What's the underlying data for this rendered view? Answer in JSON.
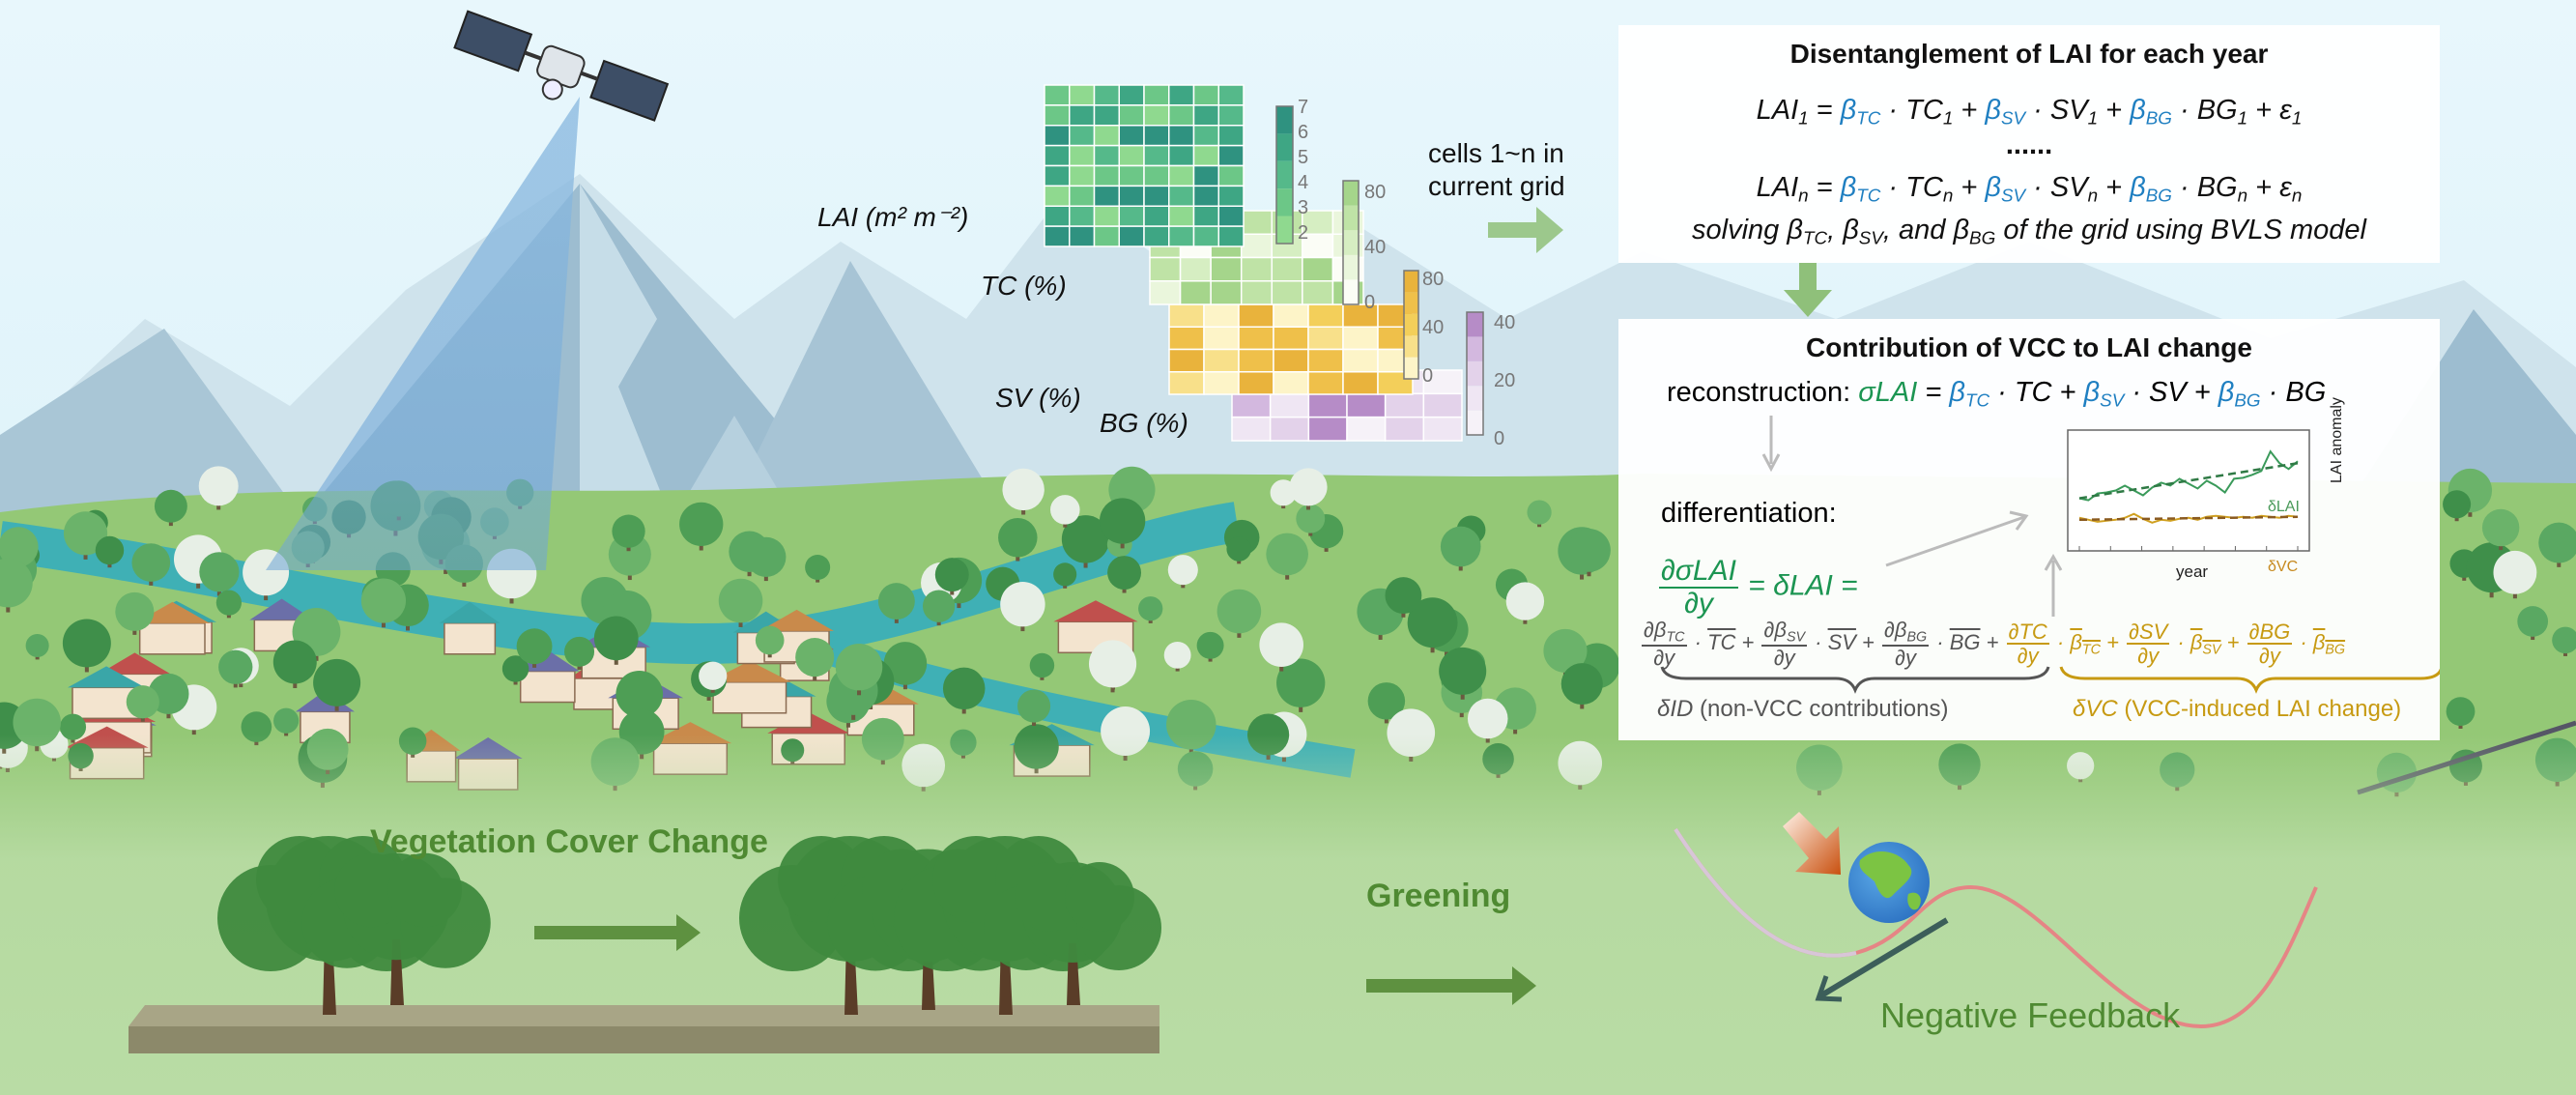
{
  "colors": {
    "blue": "#1f7fc1",
    "green": "#1c9552",
    "gold": "#c79a12",
    "grey": "#555555",
    "dark_green_label": "#4f8a32",
    "curve": "#e27a7a"
  },
  "grid_labels": {
    "lai": "LAI (m² m⁻²)",
    "tc": "TC (%)",
    "sv": "SV (%)",
    "bg": "BG (%)",
    "lai_ticks": [
      "7",
      "6",
      "5",
      "4",
      "3",
      "2"
    ],
    "tc_ticks": [
      "80",
      "40",
      "0"
    ],
    "sv_ticks": [
      "80",
      "40",
      "0"
    ],
    "bg_ticks": [
      "40",
      "20",
      "0"
    ]
  },
  "cells_label": [
    "cells 1~n in",
    "current grid"
  ],
  "box1": {
    "title": "Disentanglement of LAI for each year",
    "eq1": [
      {
        "t": "LAI",
        "sub": "1"
      },
      " = ",
      {
        "t": "β",
        "sub": "TC",
        "c": "b"
      },
      " · ",
      {
        "t": "TC",
        "sub": "1"
      },
      " + ",
      {
        "t": "β",
        "sub": "SV",
        "c": "b"
      },
      " · ",
      {
        "t": "SV",
        "sub": "1"
      },
      " + ",
      {
        "t": "β",
        "sub": "BG",
        "c": "b"
      },
      " · ",
      {
        "t": "BG",
        "sub": "1"
      },
      " + ",
      {
        "t": "ε",
        "sub": "1"
      }
    ],
    "dots": "......",
    "eqn": [
      {
        "t": "LAI",
        "sub": "n"
      },
      " = ",
      {
        "t": "β",
        "sub": "TC",
        "c": "b"
      },
      " · ",
      {
        "t": "TC",
        "sub": "n"
      },
      " + ",
      {
        "t": "β",
        "sub": "SV",
        "c": "b"
      },
      " · ",
      {
        "t": "SV",
        "sub": "n"
      },
      " + ",
      {
        "t": "β",
        "sub": "BG",
        "c": "b"
      },
      " · ",
      {
        "t": "BG",
        "sub": "n"
      },
      " + ",
      {
        "t": "ε",
        "sub": "n"
      }
    ],
    "solving": [
      "solving ",
      {
        "t": "β",
        "sub": "TC"
      },
      ", ",
      {
        "t": "β",
        "sub": "SV"
      },
      ", and ",
      {
        "t": "β",
        "sub": "BG"
      },
      " of the grid using BVLS model"
    ]
  },
  "box2": {
    "title": "Contribution of VCC to LAI change",
    "recon_label": "reconstruction:",
    "recon_eq": [
      {
        "t": "σLAI",
        "c": "g"
      },
      " = ",
      {
        "t": "β",
        "sub": "TC",
        "c": "b"
      },
      " · TC + ",
      {
        "t": "β",
        "sub": "SV",
        "c": "b"
      },
      " · SV + ",
      {
        "t": "β",
        "sub": "BG",
        "c": "b"
      },
      " · BG"
    ],
    "diff_label": "differentiation:",
    "lhs": [
      {
        "f": [
          [
            "∂σLAI"
          ],
          [
            "∂y"
          ]
        ]
      },
      " = δLAI ="
    ],
    "id_terms": [
      {
        "f": [
          [
            {
              "t": "∂β",
              "sub": "TC"
            }
          ],
          [
            "∂y"
          ]
        ]
      },
      " · ",
      {
        "o": [
          "TC"
        ]
      },
      " + ",
      {
        "f": [
          [
            {
              "t": "∂β",
              "sub": "SV"
            }
          ],
          [
            "∂y"
          ]
        ]
      },
      " · ",
      {
        "o": [
          "SV"
        ]
      },
      " + ",
      {
        "f": [
          [
            {
              "t": "∂β",
              "sub": "BG"
            }
          ],
          [
            "∂y"
          ]
        ]
      },
      " · ",
      {
        "o": [
          "BG"
        ]
      },
      " + "
    ],
    "vc_terms": [
      {
        "f": [
          [
            "∂TC"
          ],
          [
            "∂y"
          ]
        ]
      },
      " · ",
      {
        "o": [
          {
            "t": "β",
            "sub": "TC"
          }
        ]
      },
      " + ",
      {
        "f": [
          [
            "∂SV"
          ],
          [
            "∂y"
          ]
        ]
      },
      " · ",
      {
        "o": [
          {
            "t": "β",
            "sub": "SV"
          }
        ]
      },
      " + ",
      {
        "f": [
          [
            "∂BG"
          ],
          [
            "∂y"
          ]
        ]
      },
      " · ",
      {
        "o": [
          {
            "t": "β",
            "sub": "BG"
          }
        ]
      }
    ],
    "id_label_sym": "δID",
    "id_label": " (non-VCC contributions)",
    "vc_label_sym": "δVC",
    "vc_label": " (VCC-induced LAI change)",
    "mini_chart": {
      "type": "line",
      "xlabel": "year",
      "ylabel": "LAI anomaly",
      "ylim": [
        0,
        1
      ],
      "series": [
        {
          "name": "δLAI",
          "color": "#3a9a5a",
          "values": [
            0.42,
            0.4,
            0.47,
            0.48,
            0.5,
            0.55,
            0.5,
            0.45,
            0.53,
            0.58,
            0.55,
            0.62,
            0.57,
            0.52,
            0.6,
            0.55,
            0.48,
            0.62,
            0.63,
            0.66,
            0.7,
            0.9,
            0.78,
            0.72,
            0.8
          ],
          "trend": [
            0.42,
            0.78
          ]
        },
        {
          "name": "δVC",
          "color": "#d0a020",
          "values": [
            0.22,
            0.2,
            0.18,
            0.19,
            0.2,
            0.22,
            0.26,
            0.21,
            0.17,
            0.2,
            0.19,
            0.21,
            0.22,
            0.2,
            0.23,
            0.24,
            0.23,
            0.22,
            0.23,
            0.22,
            0.24,
            0.23,
            0.22,
            0.24,
            0.23
          ],
          "trend": [
            0.2,
            0.23
          ]
        }
      ]
    }
  },
  "bottom": {
    "vcc_label": "Vegetation Cover Change",
    "greening_label": "Greening",
    "feedback_label": "Negative Feedback"
  }
}
